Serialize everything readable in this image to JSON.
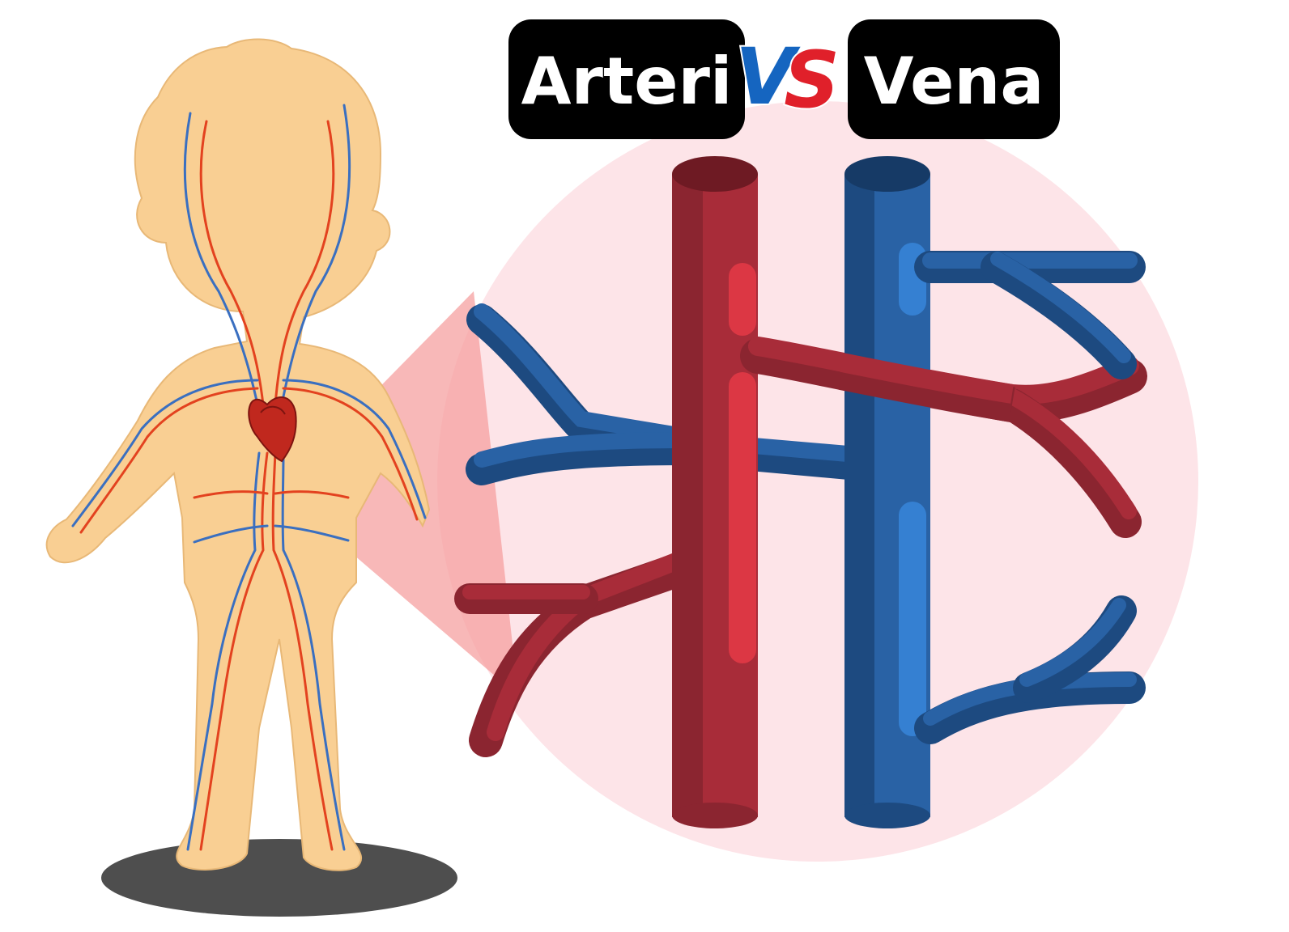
{
  "title": {
    "left_label": "Arteri",
    "vs_v": "V",
    "vs_s": "S",
    "right_label": "Vena"
  },
  "colors": {
    "artery_dark": "#8b2530",
    "artery_mid": "#a82c39",
    "artery_light": "#dc3744",
    "vein_dark": "#1d4a80",
    "vein_mid": "#2962a5",
    "vein_light": "#3580d2",
    "zoom_circle": "#fde4e8",
    "zoom_cone": "#f5a0a0",
    "skin": "#f9cf93",
    "heart": "#c0281e",
    "label_bg": "#000000",
    "vs_blue": "#1565c0",
    "vs_red": "#e0202a"
  },
  "icons": {
    "heart": "heart-icon"
  }
}
